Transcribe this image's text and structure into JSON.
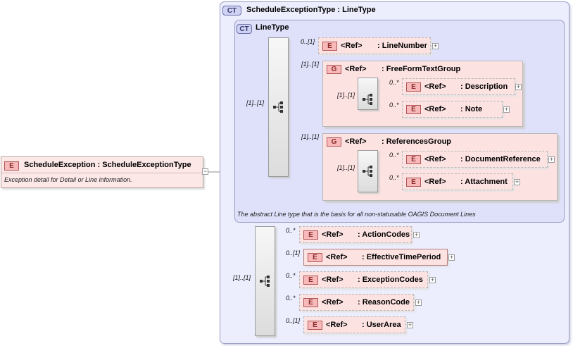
{
  "root": {
    "badge": "E",
    "title": "ScheduleException : ScheduleExceptionType",
    "documentation": "Exception detail for Detail or Line information.",
    "collapse_glyph": "−"
  },
  "outer_type": {
    "badge": "CT",
    "title": "ScheduleExceptionType : LineType"
  },
  "inner_type": {
    "badge": "CT",
    "title": "LineType",
    "documentation": "The abstract Line type that is the basis for all non-statusable OAGIS Document Lines"
  },
  "sequence_cardinalities": {
    "inner": "[1]..[1]",
    "outer": "[1]..[1]"
  },
  "inner_elements": [
    {
      "badge": "E",
      "ref": "<Ref>",
      "name": ": LineNumber",
      "cardinality": "0..[1]"
    }
  ],
  "groups": [
    {
      "badge": "G",
      "ref": "<Ref>",
      "name": ": FreeFormTextGroup",
      "cardinality": "[1]..[1]",
      "sequence_cardinality": "[1]..[1]",
      "children": [
        {
          "badge": "E",
          "ref": "<Ref>",
          "name": ": Description",
          "cardinality": "0..*"
        },
        {
          "badge": "E",
          "ref": "<Ref>",
          "name": ": Note",
          "cardinality": "0..*"
        }
      ]
    },
    {
      "badge": "G",
      "ref": "<Ref>",
      "name": ": ReferencesGroup",
      "cardinality": "[1]..[1]",
      "sequence_cardinality": "[1]..[1]",
      "children": [
        {
          "badge": "E",
          "ref": "<Ref>",
          "name": ": DocumentReference",
          "cardinality": "0..*"
        },
        {
          "badge": "E",
          "ref": "<Ref>",
          "name": ": Attachment",
          "cardinality": "0..*"
        }
      ]
    }
  ],
  "outer_elements": [
    {
      "badge": "E",
      "ref": "<Ref>",
      "name": ": ActionCodes",
      "cardinality": "0..*"
    },
    {
      "badge": "E",
      "ref": "<Ref>",
      "name": ": EffectiveTimePeriod",
      "cardinality": "0..[1]"
    },
    {
      "badge": "E",
      "ref": "<Ref>",
      "name": ": ExceptionCodes",
      "cardinality": "0..*"
    },
    {
      "badge": "E",
      "ref": "<Ref>",
      "name": ": ReasonCode",
      "cardinality": "0..*"
    },
    {
      "badge": "E",
      "ref": "<Ref>",
      "name": ": UserArea",
      "cardinality": "0..[1]"
    }
  ],
  "expand_glyph": "+",
  "colors": {
    "element_fill": "#fde2e2",
    "type_fill": "#ecedfd",
    "badge_border": "#b25656"
  }
}
